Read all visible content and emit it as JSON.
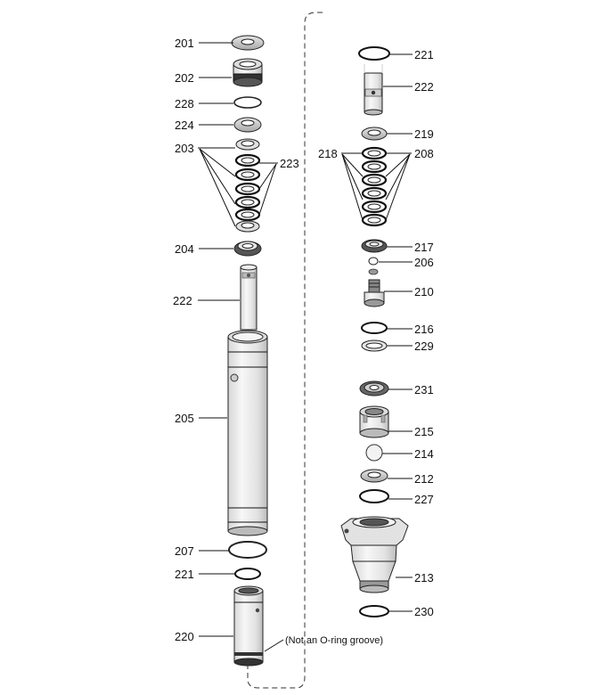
{
  "diagram": {
    "left_labels": {
      "l201": "201",
      "l202": "202",
      "l228": "228",
      "l224": "224",
      "l203": "203",
      "l223": "223",
      "l204": "204",
      "l222": "222",
      "l205": "205",
      "l207": "207",
      "l221": "221",
      "l220": "220"
    },
    "right_labels": {
      "r221": "221",
      "r222": "222",
      "r219": "219",
      "r218": "218",
      "r208": "208",
      "r217": "217",
      "r206": "206",
      "r210": "210",
      "r216": "216",
      "r229": "229",
      "r231": "231",
      "r215": "215",
      "r214": "214",
      "r212": "212",
      "r227": "227",
      "r213": "213",
      "r230": "230"
    },
    "note": "(Not an O-ring groove)",
    "colors": {
      "part_light": "#eeeeee",
      "part_mid": "#d8d8d8",
      "part_dark": "#9a9a9a",
      "ink": "#111111"
    }
  }
}
